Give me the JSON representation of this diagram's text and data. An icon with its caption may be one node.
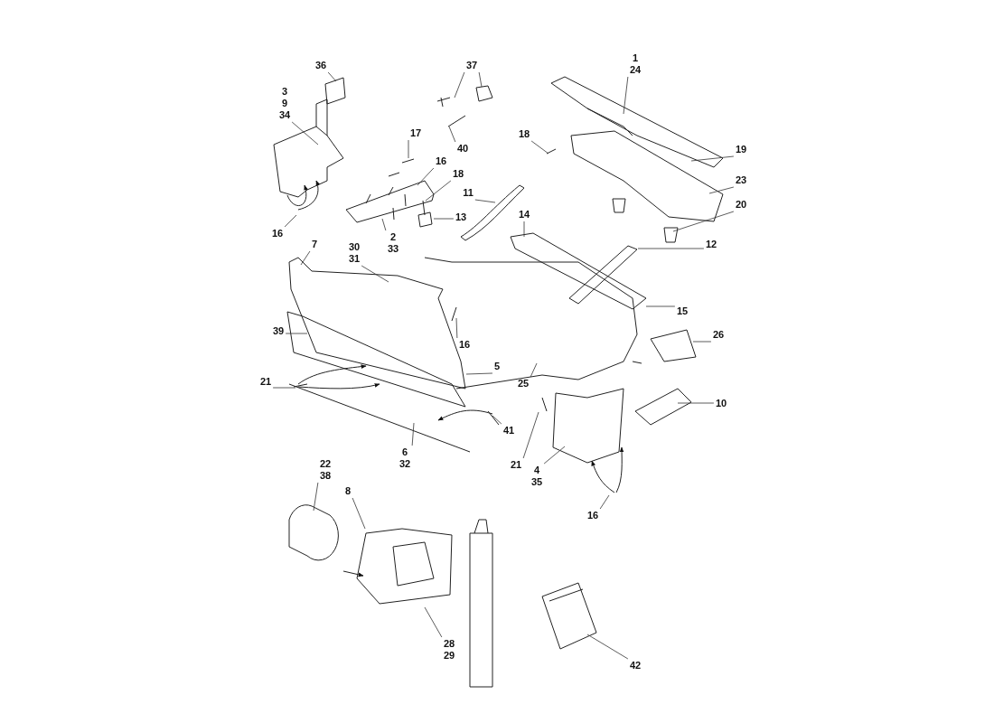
{
  "diagram": {
    "nodes": [
      {
        "text": [
          "36"
        ]
      },
      {
        "text": [
          "3",
          "9",
          "34"
        ]
      },
      {
        "text": [
          "37"
        ]
      },
      {
        "text": [
          "40"
        ]
      },
      {
        "text": [
          "17"
        ]
      },
      {
        "text": [
          "16"
        ]
      },
      {
        "text": [
          "18"
        ]
      },
      {
        "text": [
          "11"
        ]
      },
      {
        "text": [
          "2",
          "33"
        ]
      },
      {
        "text": [
          "13"
        ]
      },
      {
        "text": [
          "1",
          "24"
        ]
      },
      {
        "text": [
          "18"
        ]
      },
      {
        "text": [
          "16"
        ]
      },
      {
        "text": [
          "19"
        ]
      },
      {
        "text": [
          "23"
        ]
      },
      {
        "text": [
          "20"
        ]
      },
      {
        "text": [
          "14"
        ]
      },
      {
        "text": [
          "12"
        ]
      },
      {
        "text": [
          "7"
        ]
      },
      {
        "text": [
          "30",
          "31"
        ]
      },
      {
        "text": [
          "15"
        ]
      },
      {
        "text": [
          "39"
        ]
      },
      {
        "text": [
          "16"
        ]
      },
      {
        "text": [
          "26"
        ]
      },
      {
        "text": [
          "5"
        ]
      },
      {
        "text": [
          "21"
        ]
      },
      {
        "text": [
          "25"
        ]
      },
      {
        "text": [
          "10"
        ]
      },
      {
        "text": [
          "41"
        ]
      },
      {
        "text": [
          "6",
          "32"
        ]
      },
      {
        "text": [
          "21"
        ]
      },
      {
        "text": [
          "4",
          "35"
        ]
      },
      {
        "text": [
          "16"
        ]
      },
      {
        "text": [
          "22",
          "38"
        ]
      },
      {
        "text": [
          "8"
        ]
      },
      {
        "text": [
          "28",
          "29"
        ]
      },
      {
        "text": [
          "42"
        ]
      },
      {
        "text": [],
        "shape": "box"
      }
    ],
    "edges": [
      {
        "from": 0,
        "to": null,
        "arrow": "none"
      },
      {
        "from": 1,
        "to": null,
        "arrow": "none"
      },
      {
        "from": 2,
        "to": null,
        "arrow": "none"
      },
      {
        "from": 2,
        "to": null,
        "arrow": "none"
      },
      {
        "from": 3,
        "to": null,
        "arrow": "none"
      },
      {
        "from": 4,
        "to": null,
        "arrow": "none"
      },
      {
        "from": 5,
        "to": null,
        "arrow": "none"
      },
      {
        "from": 6,
        "to": null,
        "arrow": "none"
      },
      {
        "from": 7,
        "to": null,
        "arrow": "none"
      },
      {
        "from": 8,
        "to": null,
        "arrow": "none"
      },
      {
        "from": 9,
        "to": 37,
        "arrow": "none"
      },
      {
        "from": 10,
        "to": null,
        "arrow": "none"
      },
      {
        "from": 11,
        "to": null,
        "arrow": "none"
      },
      {
        "from": 12,
        "to": null,
        "arrow": "none"
      },
      {
        "from": 13,
        "to": null,
        "arrow": "none"
      },
      {
        "from": 14,
        "to": null,
        "arrow": "none"
      },
      {
        "from": 15,
        "to": null,
        "arrow": "none"
      },
      {
        "from": 16,
        "to": null,
        "arrow": "none"
      },
      {
        "from": 17,
        "to": null,
        "arrow": "none"
      },
      {
        "from": 18,
        "to": null,
        "arrow": "none"
      },
      {
        "from": 19,
        "to": null,
        "arrow": "none"
      },
      {
        "from": 20,
        "to": null,
        "arrow": "none"
      },
      {
        "from": 21,
        "to": null,
        "arrow": "none"
      },
      {
        "from": 22,
        "to": null,
        "arrow": "none"
      },
      {
        "from": 23,
        "to": null,
        "arrow": "none"
      },
      {
        "from": 24,
        "to": null,
        "arrow": "none"
      },
      {
        "from": 25,
        "to": null,
        "arrow": "none"
      },
      {
        "from": 26,
        "to": null,
        "arrow": "none"
      },
      {
        "from": 27,
        "to": null,
        "arrow": "none"
      },
      {
        "from": 28,
        "to": null,
        "arrow": "none"
      },
      {
        "from": 29,
        "to": null,
        "arrow": "none"
      },
      {
        "from": 30,
        "to": null,
        "arrow": "none"
      },
      {
        "from": 31,
        "to": null,
        "arrow": "none"
      },
      {
        "from": 32,
        "to": null,
        "arrow": "none"
      },
      {
        "from": 33,
        "to": null,
        "arrow": "none"
      },
      {
        "from": 34,
        "to": null,
        "arrow": "none"
      },
      {
        "from": 35,
        "to": null,
        "arrow": "none"
      },
      {
        "from": 36,
        "to": null,
        "arrow": "none"
      }
    ]
  }
}
